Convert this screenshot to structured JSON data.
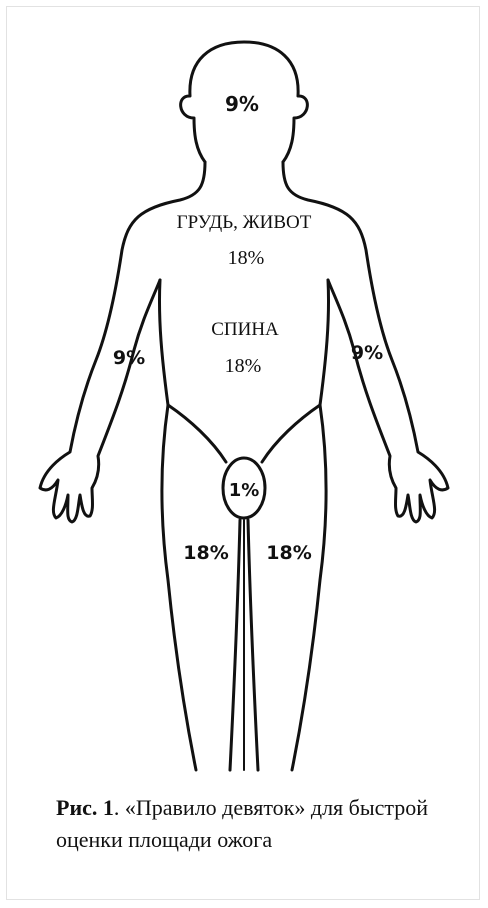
{
  "figure": {
    "labels": {
      "head": "9%",
      "chest_abdomen": "ГРУДЬ, ЖИВОТ",
      "chest_abdomen_pct": "18%",
      "back": "СПИНА",
      "back_pct": "18%",
      "left_arm": "9%",
      "right_arm": "9%",
      "groin": "1%",
      "left_leg": "18%",
      "right_leg": "18%"
    }
  },
  "caption": {
    "prefix": "Рис. 1",
    "text": ". «Правило девяток» для быстрой оценки площади ожога"
  }
}
